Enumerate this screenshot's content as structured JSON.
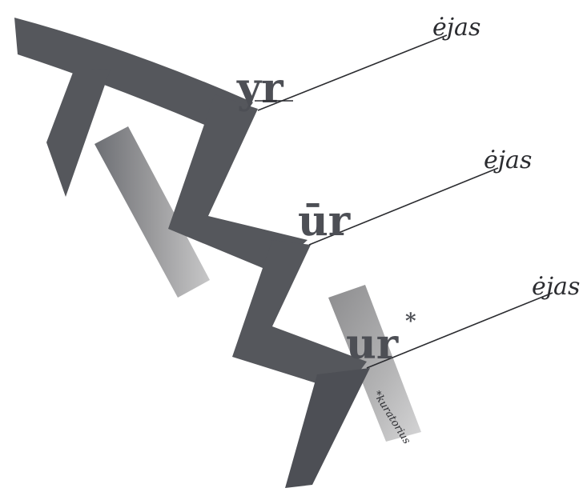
{
  "colors": {
    "background": "#ffffff",
    "stroke_dark": "#55575c",
    "stroke_light": "#8a8a8a",
    "ink": "#2b2c30"
  },
  "words": {
    "yr": "yr",
    "ur_long": "ūr",
    "ur": "ur",
    "asterisk": "*"
  },
  "branch_labels": {
    "top": "ėjas",
    "middle": "ėjas",
    "bottom": "ėjas"
  },
  "footnote": "*kuratorius"
}
